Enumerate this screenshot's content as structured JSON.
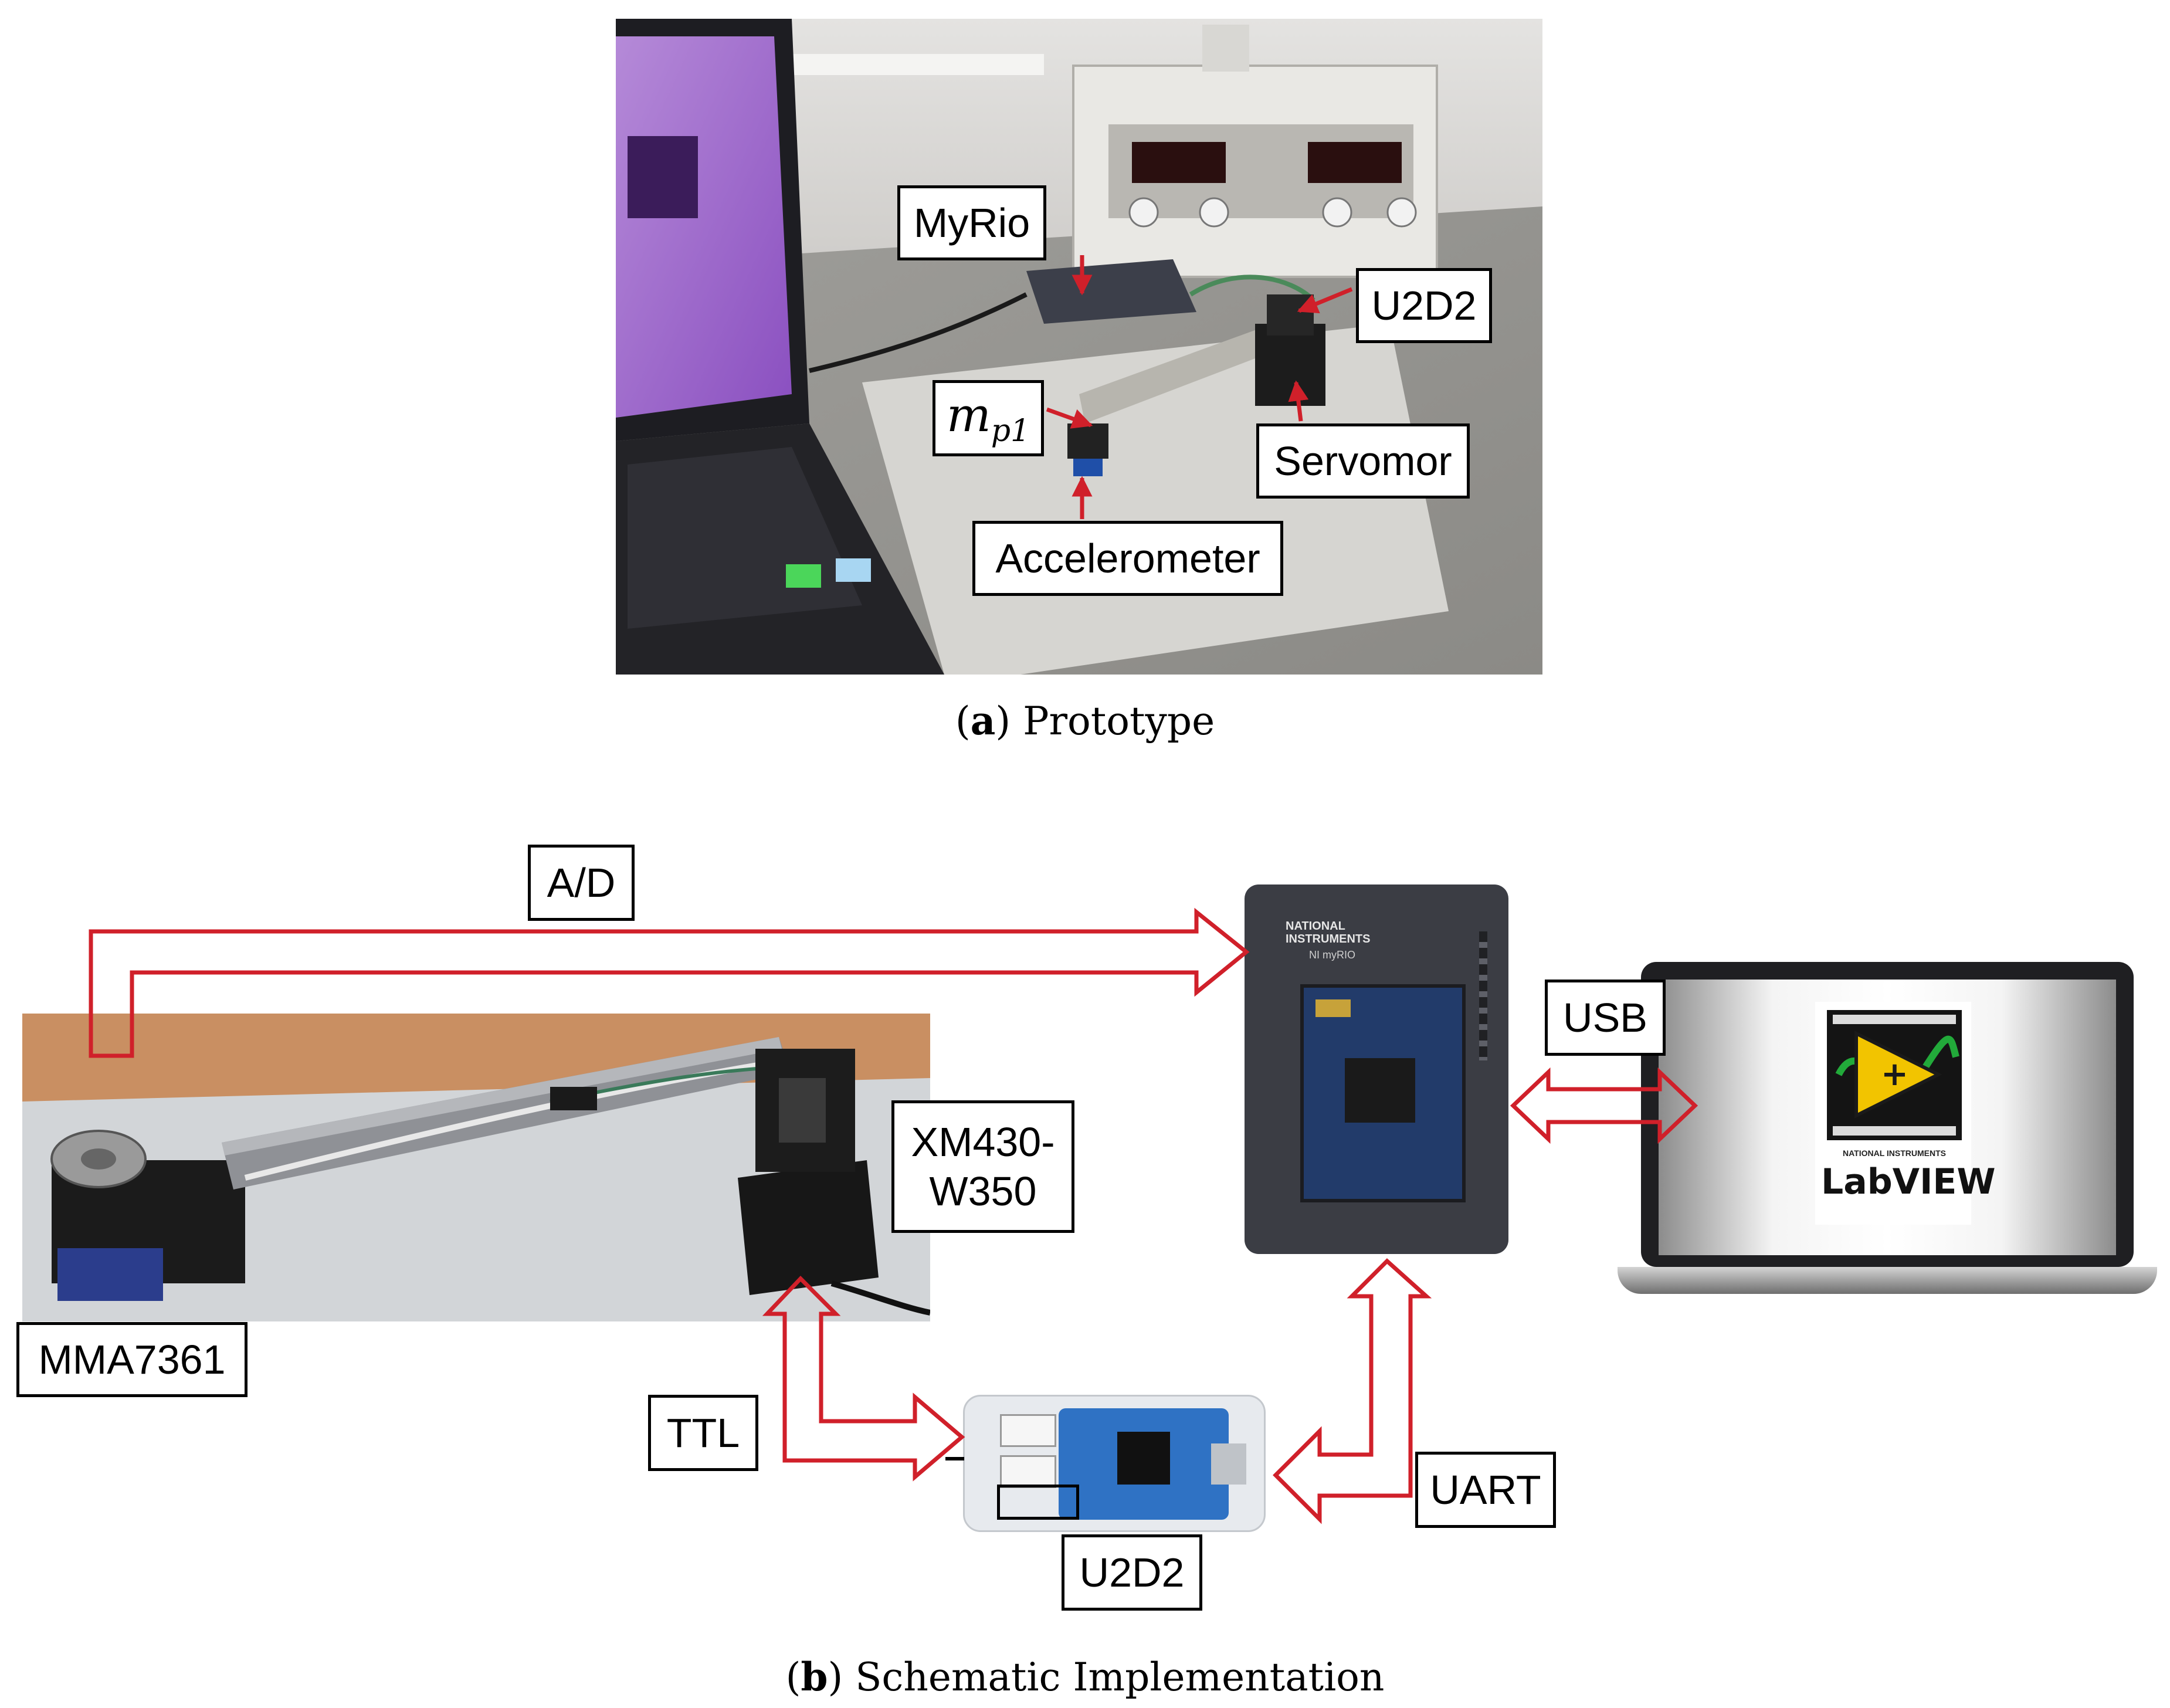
{
  "panel_a": {
    "labels": {
      "myrio": "MyRio",
      "u2d2": "U2D2",
      "mass_base": "m",
      "mass_sub": "p1",
      "servomotor": "Servomor",
      "accelerometer": "Accelerometer"
    },
    "caption_letter": "a",
    "caption_text": "Prototype"
  },
  "panel_b": {
    "labels": {
      "ad": "A/D",
      "usb": "USB",
      "xm430": "XM430-\nW350",
      "mma": "MMA7361",
      "ttl": "TTL",
      "uart": "UART",
      "u2d2": "U2D2"
    },
    "device_text": {
      "ni_brand": "NATIONAL INSTRUMENTS",
      "ni_model": "NI myRIO",
      "labview_brand": "NATIONAL INSTRUMENTS",
      "labview_name": "LabVIEW"
    },
    "caption_letter": "b",
    "caption_text": "Schematic Implementation"
  },
  "colors": {
    "arrow_red": "#d0202a",
    "label_border": "#000000"
  }
}
